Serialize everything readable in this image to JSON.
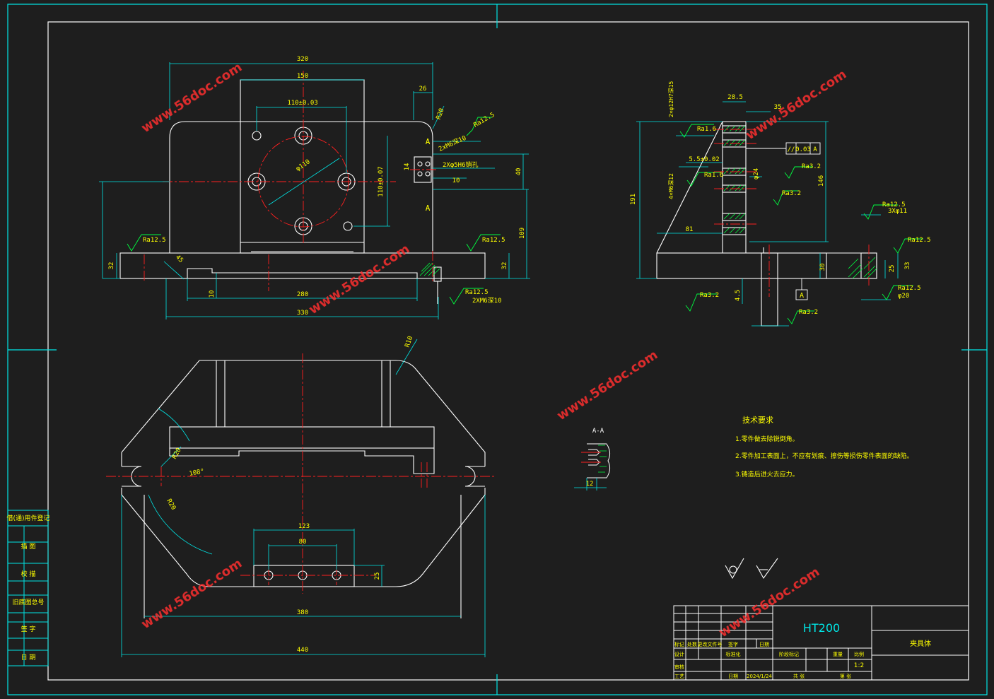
{
  "colors": {
    "bg": "#1e1e1e",
    "frame": "#ffffff",
    "dim": "#00e5e5",
    "center": "#ff2020",
    "text": "#ffff00",
    "hatch": "#00ff40",
    "symbol": "#00ff40",
    "watermark": "#ff3030"
  },
  "watermark": "www.56doc.com",
  "front": {
    "dims": {
      "d320": "320",
      "d150": "150",
      "d26": "26",
      "d110": "110±0.03",
      "d110v": "110±0.07",
      "d14": "14",
      "d40": "40",
      "d10a": "10",
      "d109": "109",
      "d32a": "32",
      "d32b": "32",
      "d10b": "10",
      "d280": "280",
      "d330": "330",
      "r20": "R20",
      "d45": "45",
      "phi110": "φ110"
    },
    "callouts": {
      "c1": "2xM6深10",
      "c2": "2Xφ5H6销孔",
      "c3": "2XM6深10"
    },
    "sections": {
      "a1": "A",
      "a2": "A"
    },
    "rough": {
      "r1": "Ra12.5",
      "r2": "Ra12.5",
      "r3": "Ra12.5",
      "r4": "Ra12.5"
    }
  },
  "side": {
    "dims": {
      "d285": "28.5",
      "d35": "35",
      "d191": "191",
      "d146": "146",
      "d55": "5.5±0.02",
      "d81": "81",
      "d30": "30",
      "d45": "4.5",
      "d25": "25",
      "d33": "33",
      "phi20": "φ20",
      "phi3": "3Xφ11",
      "phi24": "φ24"
    },
    "callouts": {
      "c1": "2×φ12H7深15",
      "c2": "4×M6深12"
    },
    "tol": {
      "sym": "//",
      "val": "0.03",
      "datum": "A"
    },
    "datum": "A",
    "rough": {
      "r1": "Ra1.6",
      "r2": "Ra1.6",
      "r3": "Ra3.2",
      "r4": "Ra3.2",
      "r5": "Ra12.5",
      "r6": "Ra12.5",
      "r7": "Ra12.5",
      "r8": "Ra3.2",
      "r9": "Ra3.2"
    }
  },
  "top": {
    "dims": {
      "r20": "R20",
      "r20b": "R20",
      "d108": "108°",
      "d123": "123",
      "d80": "80",
      "d25": "25",
      "d380": "380",
      "d440": "440",
      "r10": "R10"
    }
  },
  "section_aa": {
    "label": "A-A",
    "dim": "12"
  },
  "notes": {
    "title": "技术要求",
    "items": [
      "1.零件做去除锐倒角。",
      "2.零件加工表面上，不应有划痕、擦伤等损伤零件表面的缺陷。",
      "3.铸造后进火去应力。"
    ]
  },
  "left_strip": [
    "借(通)用件登记",
    "描  图",
    "校  描",
    "旧底图总号",
    "签  字",
    "日  期"
  ],
  "title_block": {
    "material": "HT200",
    "part": "夹具体",
    "scale": "1:2",
    "date": "2024/1/24",
    "h1": "标记",
    "h2": "处数",
    "h3": "更改文件号",
    "h4": "签字",
    "h5": "日期",
    "h6": "设计",
    "h7": "标准化",
    "h8": "审核",
    "h9": "工艺",
    "h10": "日期",
    "h11": "阶段标记",
    "h12": "重量",
    "h13": "比例",
    "h14": "共 张",
    "h15": "第 张"
  }
}
